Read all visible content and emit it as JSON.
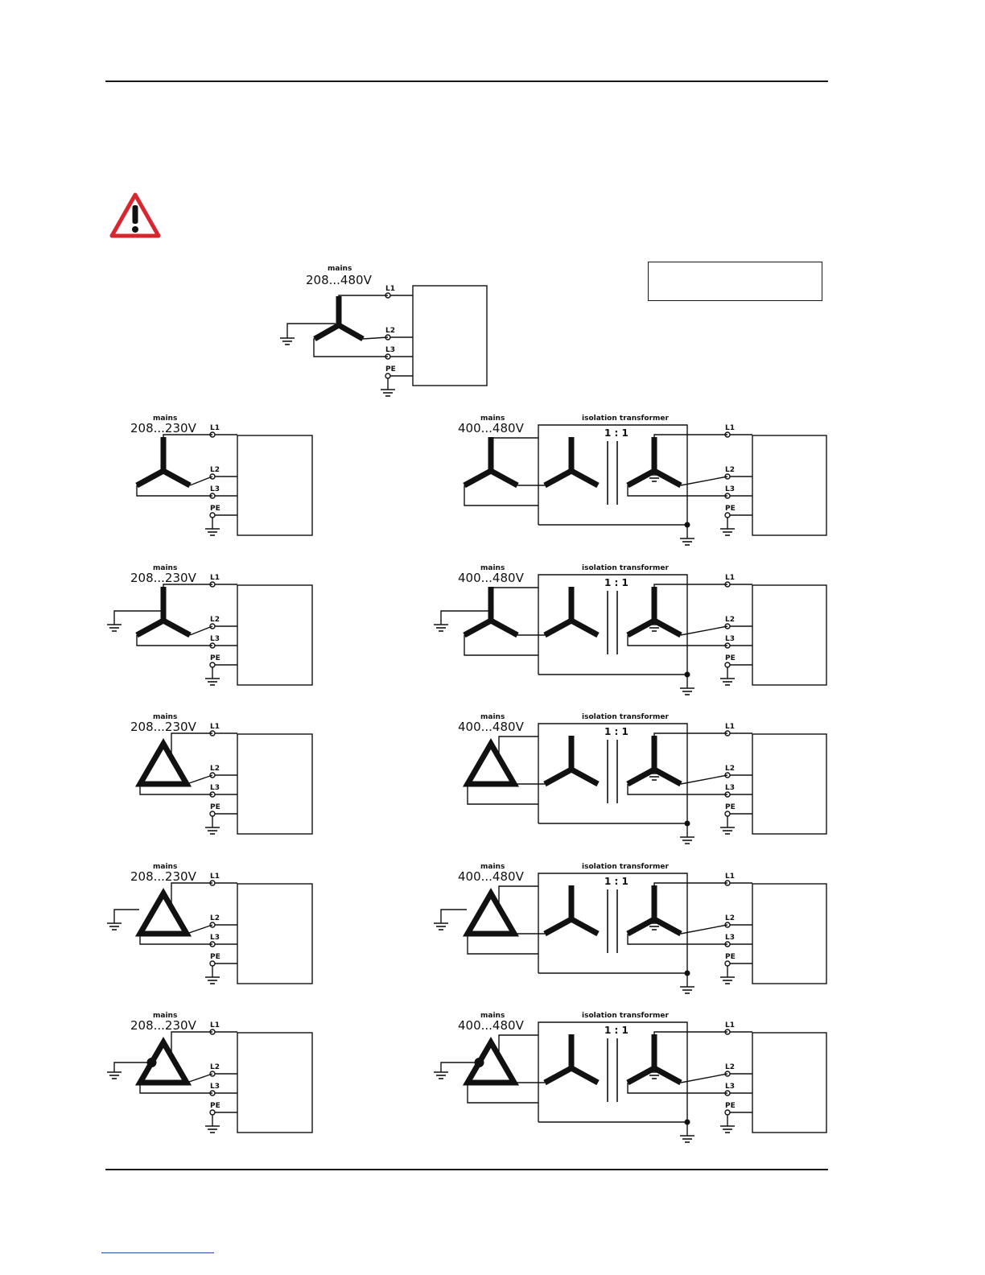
{
  "labels": {
    "mains": "mains",
    "isolation_transformer": "isolation transformer",
    "ratio": "1 : 1",
    "terminals": [
      "L1",
      "L2",
      "L3",
      "PE"
    ]
  },
  "warning_icon": "warning-triangle-exclamation-icon",
  "top_diagram": {
    "voltage": "208...480V",
    "source": "star-grounded-neutral"
  },
  "rows": [
    {
      "left": {
        "voltage": "208...230V",
        "source": "star"
      },
      "right": {
        "voltage": "400...480V",
        "source": "star"
      }
    },
    {
      "left": {
        "voltage": "208...230V",
        "source": "star-grounded-neutral"
      },
      "right": {
        "voltage": "400...480V",
        "source": "star-grounded-neutral"
      }
    },
    {
      "left": {
        "voltage": "208...230V",
        "source": "delta"
      },
      "right": {
        "voltage": "400...480V",
        "source": "delta"
      }
    },
    {
      "left": {
        "voltage": "208...230V",
        "source": "delta-grounded"
      },
      "right": {
        "voltage": "400...480V",
        "source": "delta-grounded"
      }
    },
    {
      "left": {
        "voltage": "208...230V",
        "source": "delta-corner-grounded"
      },
      "right": {
        "voltage": "400...480V",
        "source": "delta-corner-grounded"
      }
    }
  ]
}
